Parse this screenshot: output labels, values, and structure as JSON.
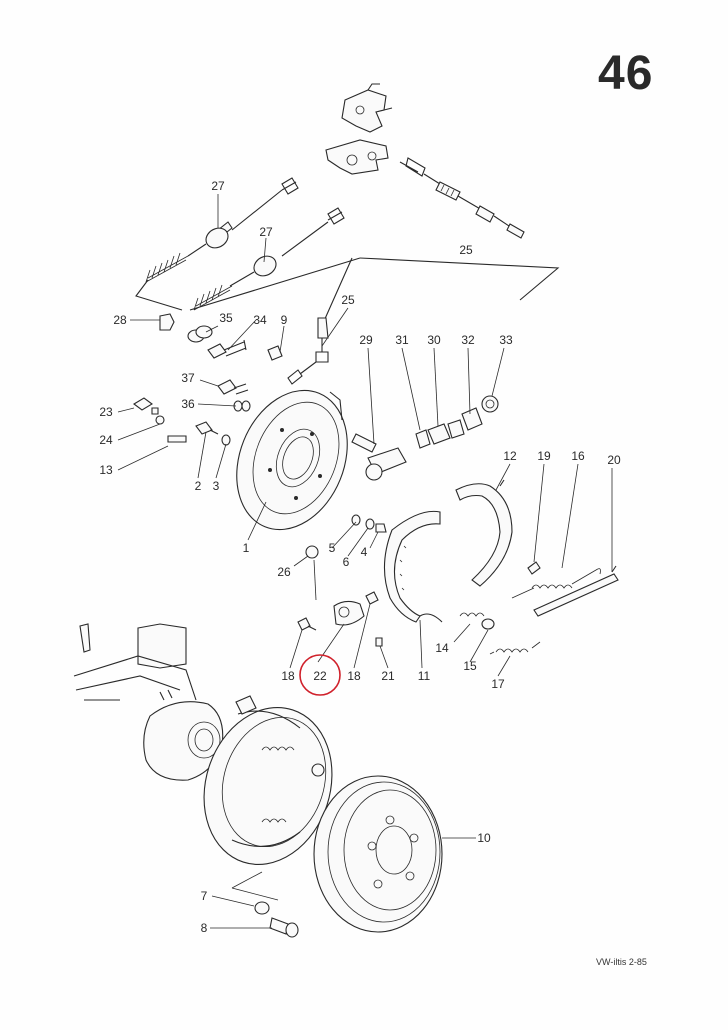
{
  "page_number": "46",
  "footer": "VW-iltis 2-85",
  "highlighted_part": "22",
  "callouts": {
    "c1": "1",
    "c2": "2",
    "c3": "3",
    "c4": "4",
    "c5": "5",
    "c6": "6",
    "c7": "7",
    "c8": "8",
    "c9": "9",
    "c10": "10",
    "c11": "11",
    "c12": "12",
    "c13": "13",
    "c14": "14",
    "c15": "15",
    "c16": "16",
    "c17": "17",
    "c18a": "18",
    "c18b": "18",
    "c19": "19",
    "c20": "20",
    "c21": "21",
    "c22": "22",
    "c23": "23",
    "c24": "24",
    "c25a": "25",
    "c25b": "25",
    "c26": "26",
    "c27a": "27",
    "c27b": "27",
    "c28": "28",
    "c29": "29",
    "c30": "30",
    "c31": "31",
    "c32": "32",
    "c33": "33",
    "c34": "34",
    "c35": "35",
    "c36": "36",
    "c37": "37"
  }
}
